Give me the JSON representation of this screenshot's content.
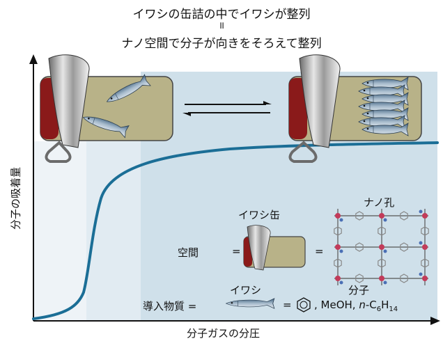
{
  "title": {
    "line1": "イワシの缶詰の中でイワシが整列",
    "equals": "॥",
    "line2": "ナノ空間で分子が向きをそろえて整列"
  },
  "axes": {
    "y_label": "分子の吸着量",
    "x_label": "分子ガスの分圧"
  },
  "legend": {
    "can_label": "イワシ缶",
    "pore_label": "ナノ孔",
    "space_label": "空間",
    "eq1": "=",
    "eq2": "=",
    "sardine_label": "イワシ",
    "molecule_label": "分子",
    "intro_label": "導入物質 =",
    "eq3": "=",
    "species_rest_1": ", MeOH, ",
    "species_n": "n",
    "species_rest_2": "-C",
    "sub6": "6",
    "species_H": "H",
    "sub14": "14"
  },
  "colors": {
    "curve": "#1b6e96",
    "band_light": "#eef3f7",
    "band_mid": "#e1ebf2",
    "band_dark": "#cfe0ea",
    "can_body": "#b8b288",
    "can_red": "#8a1a1a"
  }
}
